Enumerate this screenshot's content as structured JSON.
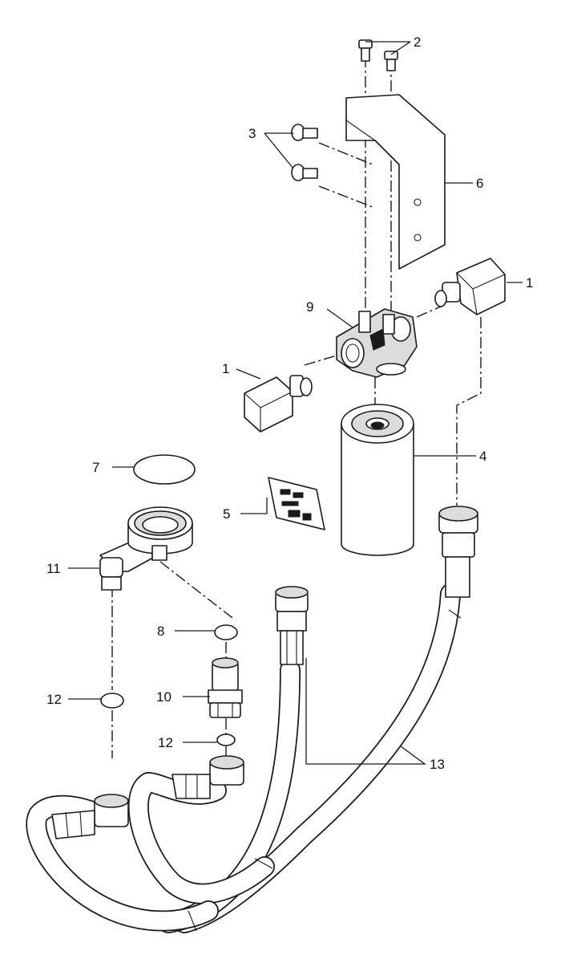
{
  "diagram": {
    "callouts": [
      "1",
      "1",
      "2",
      "3",
      "4",
      "5",
      "6",
      "7",
      "8",
      "9",
      "10",
      "11",
      "12",
      "12",
      "13"
    ]
  }
}
